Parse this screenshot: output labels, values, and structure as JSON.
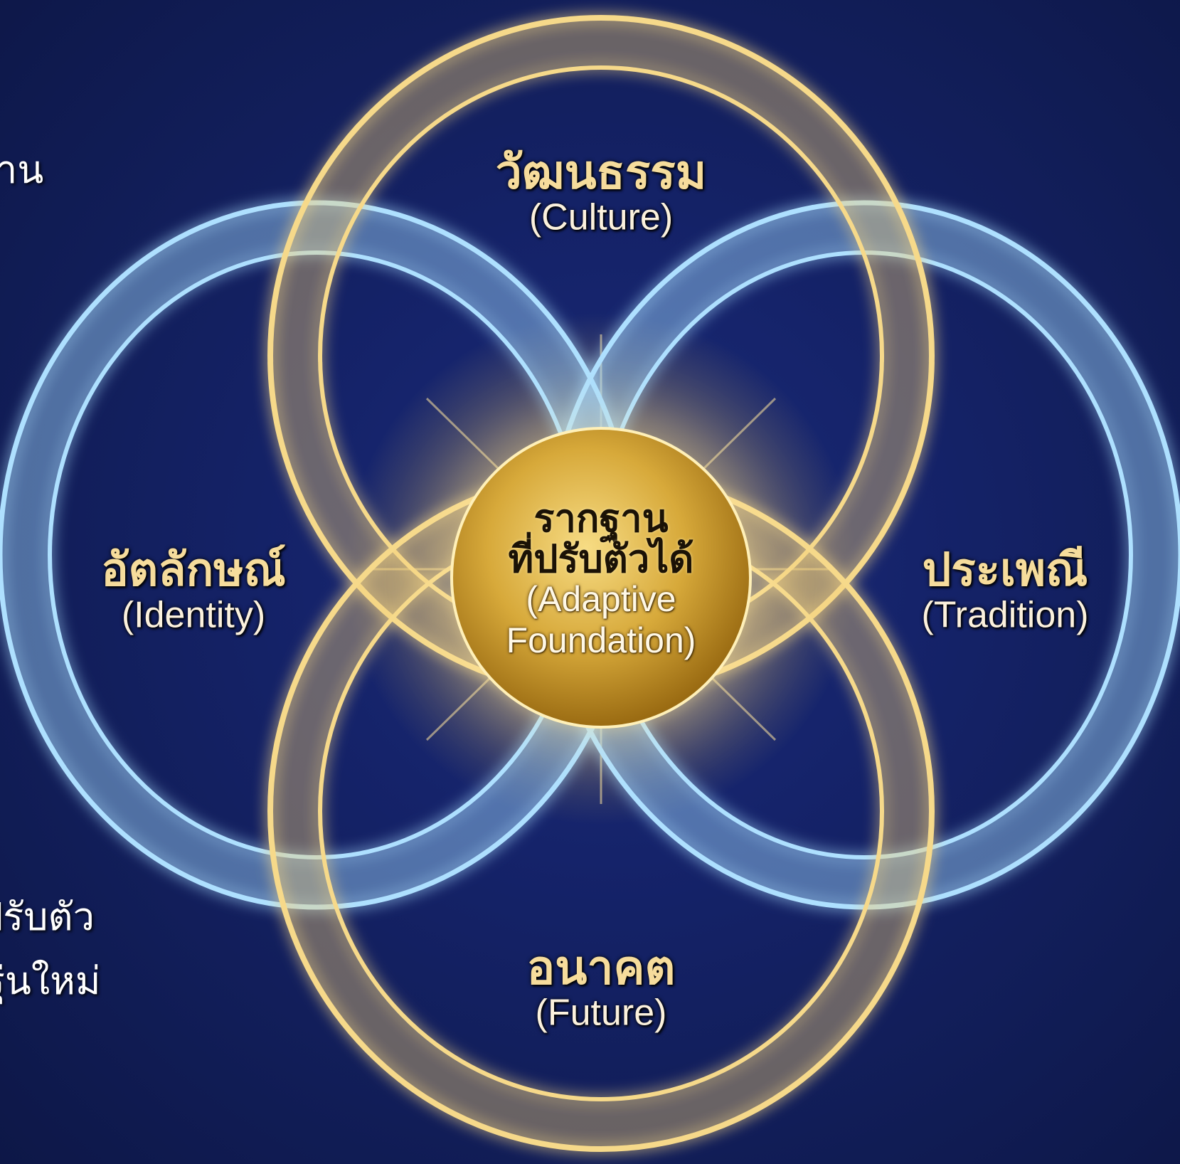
{
  "nodes": {
    "culture": {
      "thai": "วัฒนธรรม",
      "eng": "(Culture)"
    },
    "identity": {
      "thai": "อัตลักษณ์",
      "eng": "(Identity)"
    },
    "tradition": {
      "thai": "ประเพณี",
      "eng": "(Tradition)"
    },
    "future": {
      "thai": "อนาคต",
      "eng": "(Future)"
    },
    "center": {
      "thai_line1": "รากฐาน",
      "thai_line2": "ที่ปรับตัวได้",
      "eng_line1": "(Adaptive",
      "eng_line2": "Foundation)"
    }
  },
  "side_text": {
    "top": "าน",
    "bottom_line1": "ปรับตัว",
    "bottom_line2": "รุ่นใหม่"
  },
  "colors": {
    "background": "#14226a",
    "gold_ring": "#f3d27a",
    "blue_ring": "#8fd0ff",
    "center_orb": "#c9962a"
  }
}
